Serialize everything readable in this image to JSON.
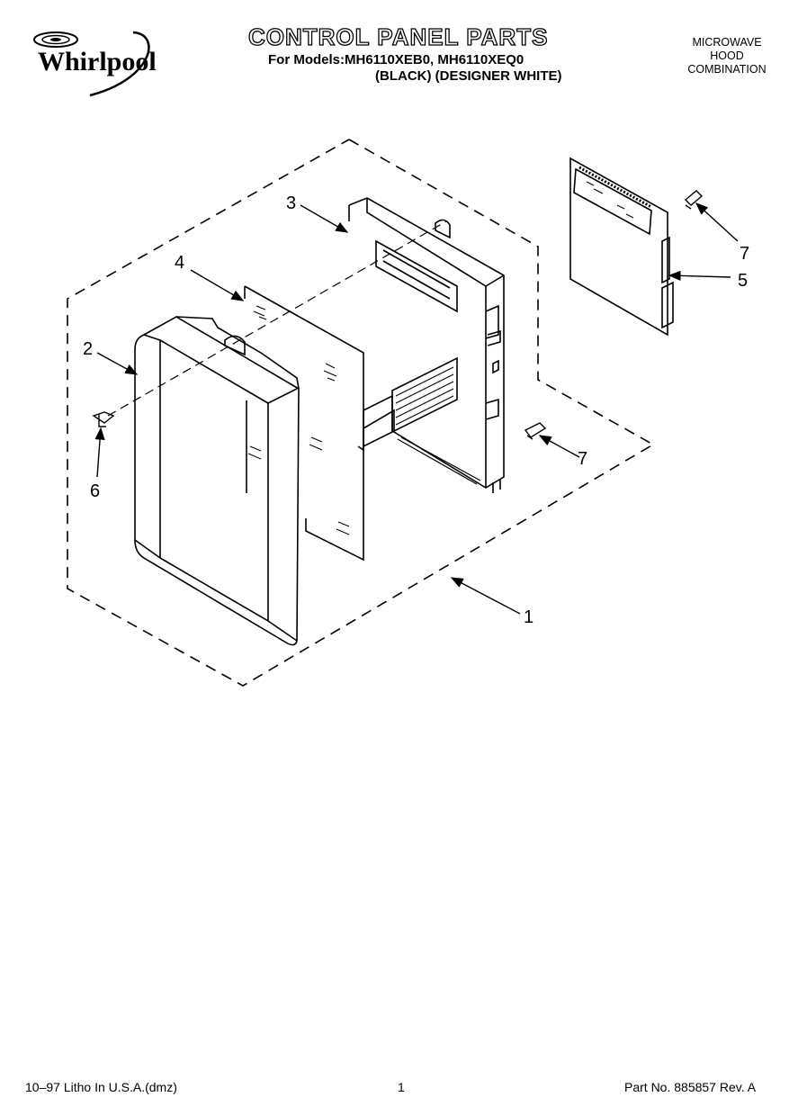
{
  "header": {
    "brand": "Whirlpool",
    "title": "CONTROL PANEL PARTS",
    "models_line": "For Models:MH6110XEB0, MH6110XEQ0",
    "variants_line": "(BLACK)  (DESIGNER WHITE)",
    "product_type": [
      "MICROWAVE",
      "HOOD",
      "COMBINATION"
    ]
  },
  "diagram": {
    "callouts": [
      "3",
      "4",
      "2",
      "6",
      "7",
      "5",
      "7",
      "1"
    ]
  },
  "footer": {
    "print_info": "10–97 Litho In U.S.A.(dmz)",
    "page_number": "1",
    "part_number": "Part No. 885857 Rev. A"
  }
}
